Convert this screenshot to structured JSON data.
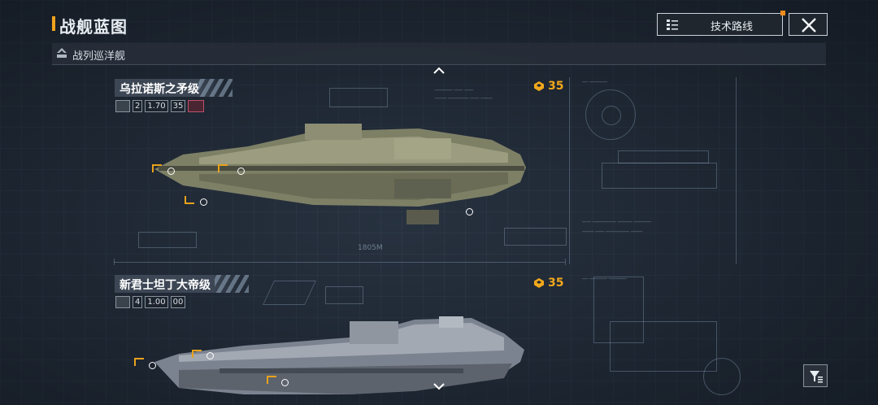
{
  "header": {
    "title": "战舰蓝图",
    "tech_route_label": "技术路线"
  },
  "category": {
    "label": "战列巡洋舰"
  },
  "ships": [
    {
      "name": "乌拉诺斯之矛级",
      "stat_level": "2",
      "stat_value": "1.70",
      "stat_sub": "35",
      "cost": "35",
      "length_label": "1805M",
      "hull_color": "#8e8f72"
    },
    {
      "name": "新君士坦丁大帝级",
      "stat_level": "4",
      "stat_value": "1.00",
      "stat_sub": "00",
      "cost": "35",
      "hull_color": "#8d949e"
    }
  ],
  "icons": {
    "title_accent_color": "#f0a21b",
    "cost_color": "#f2a81c"
  }
}
